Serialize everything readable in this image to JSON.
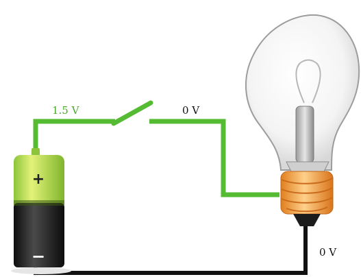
{
  "labels": {
    "battery_output": "1.5 V",
    "after_switch": "0 V",
    "ground": "0 V",
    "battery_plus": "+",
    "battery_minus": "−"
  },
  "colors": {
    "live_wire": "#55bb33",
    "ground_wire": "#111111",
    "battery_top": "#c6e43b",
    "battery_body": "#1d1d1d",
    "bulb_base": "#f2a13a",
    "voltage_label_live": "#4aa82b",
    "voltage_label_ground": "#111111"
  },
  "components": {
    "battery": "battery-icon",
    "switch": "switch-open",
    "bulb": "light-bulb-icon"
  }
}
